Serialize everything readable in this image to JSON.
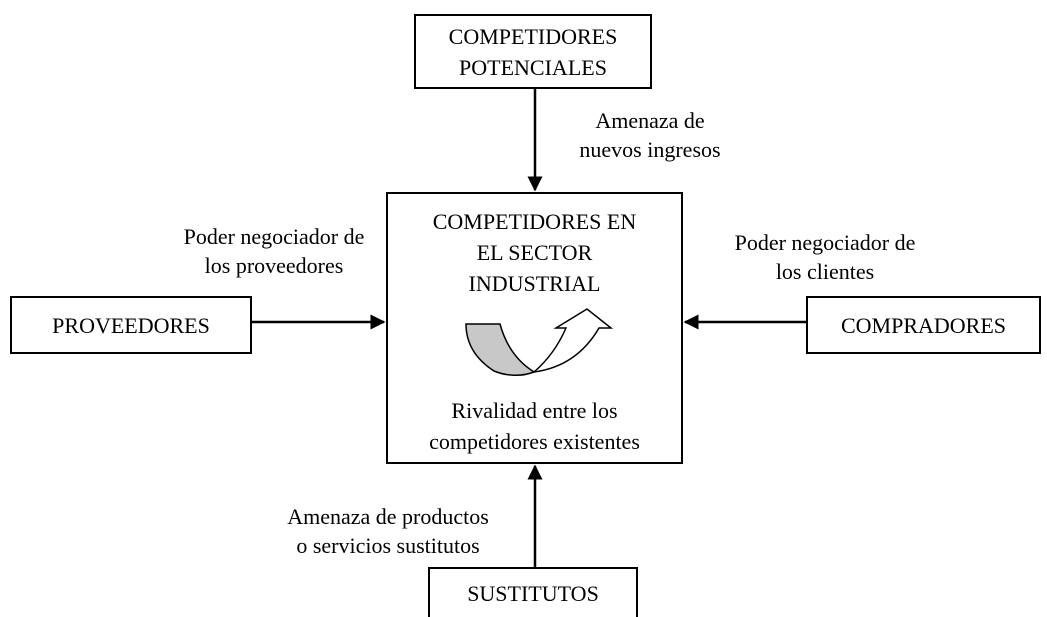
{
  "boxes": {
    "potential": {
      "line1": "COMPETIDORES",
      "line2": "POTENCIALES"
    },
    "center": {
      "line1": "COMPETIDORES EN",
      "line2": "EL SECTOR",
      "line3": "INDUSTRIAL",
      "rivalry_line1": "Rivalidad entre los",
      "rivalry_line2": "competidores existentes"
    },
    "suppliers": {
      "text": "PROVEEDORES"
    },
    "buyers": {
      "text": "COMPRADORES"
    },
    "substitutes": {
      "text": "SUSTITUTOS"
    }
  },
  "labels": {
    "new_entrants": {
      "line1": "Amenaza de",
      "line2": "nuevos ingresos"
    },
    "supplier_power": {
      "line1": "Poder negociador de",
      "line2": "los proveedores"
    },
    "buyer_power": {
      "line1": "Poder negociador de",
      "line2": "los clientes"
    },
    "substitutes_threat": {
      "line1": "Amenaza de productos",
      "line2": "o servicios sustitutos"
    }
  },
  "colors": {
    "stroke": "#000000",
    "rivalry_fill": "#c8c8c8",
    "background": "#ffffff"
  },
  "icons": [
    "rivalry-curved-arrow-icon"
  ]
}
